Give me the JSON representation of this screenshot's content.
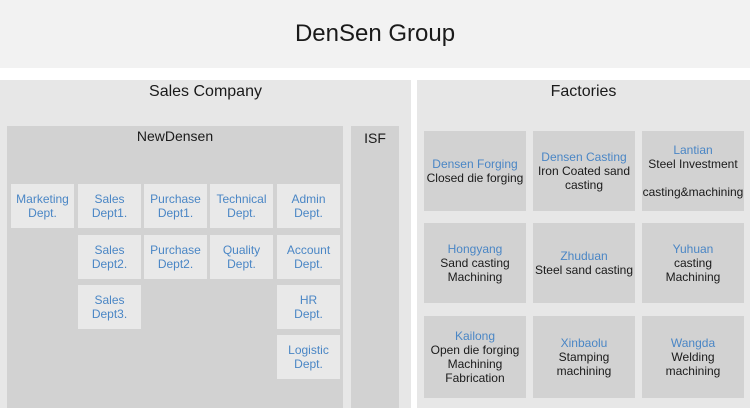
{
  "title": "DenSen Group",
  "sales_company": {
    "title": "Sales Company",
    "newdensen": {
      "title": "NewDensen",
      "departments": [
        "Marketing\nDept.",
        "Sales\nDept1.",
        "Purchase\nDept1.",
        "Technical\nDept.",
        "Admin\nDept.",
        "Sales\nDept2.",
        "Purchase\nDept2.",
        "Quality\nDept.",
        "Account\nDept.",
        "Sales\nDept3.",
        "HR\nDept.",
        "Logistic\nDept."
      ]
    },
    "isf": {
      "title": "ISF"
    }
  },
  "factories": {
    "title": "Factories",
    "items": [
      {
        "name": "Densen Forging",
        "desc": "Closed die forging"
      },
      {
        "name": "Densen Casting",
        "desc": "Iron Coated sand\ncasting"
      },
      {
        "name": "Lantian",
        "desc": "Steel Investment\n\ncasting&machining"
      },
      {
        "name": "Hongyang",
        "desc": "Sand casting\nMachining"
      },
      {
        "name": "Zhuduan",
        "desc": "Steel sand casting"
      },
      {
        "name": "Yuhuan",
        "desc": "casting\nMachining"
      },
      {
        "name": "Kailong",
        "desc": "Open die forging\nMachining\nFabrication"
      },
      {
        "name": "Xinbaolu",
        "desc": "Stamping\nmachining"
      },
      {
        "name": "Wangda",
        "desc": "Welding\nmachining"
      }
    ]
  }
}
